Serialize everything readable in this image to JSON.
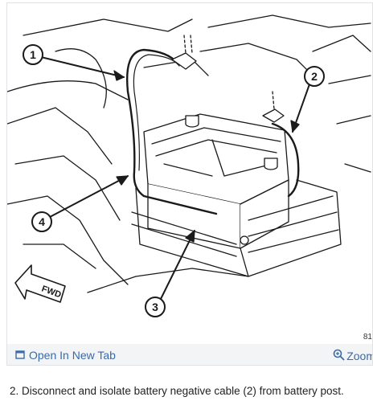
{
  "figure": {
    "figure_number": "81",
    "callouts": [
      "1",
      "2",
      "3",
      "4"
    ],
    "direction_label": "FWD"
  },
  "toolbar": {
    "open_new_tab_label": "Open In New Tab",
    "zoom_label": "Zoom"
  },
  "caption": "2. Disconnect and isolate battery negative cable (2) from battery post.",
  "colors": {
    "link": "#3a6aa8",
    "text": "#222222",
    "panel": "#f2f4f6"
  },
  "icons": {
    "open_tab": "external-window-icon",
    "zoom": "magnifier-plus-icon"
  }
}
